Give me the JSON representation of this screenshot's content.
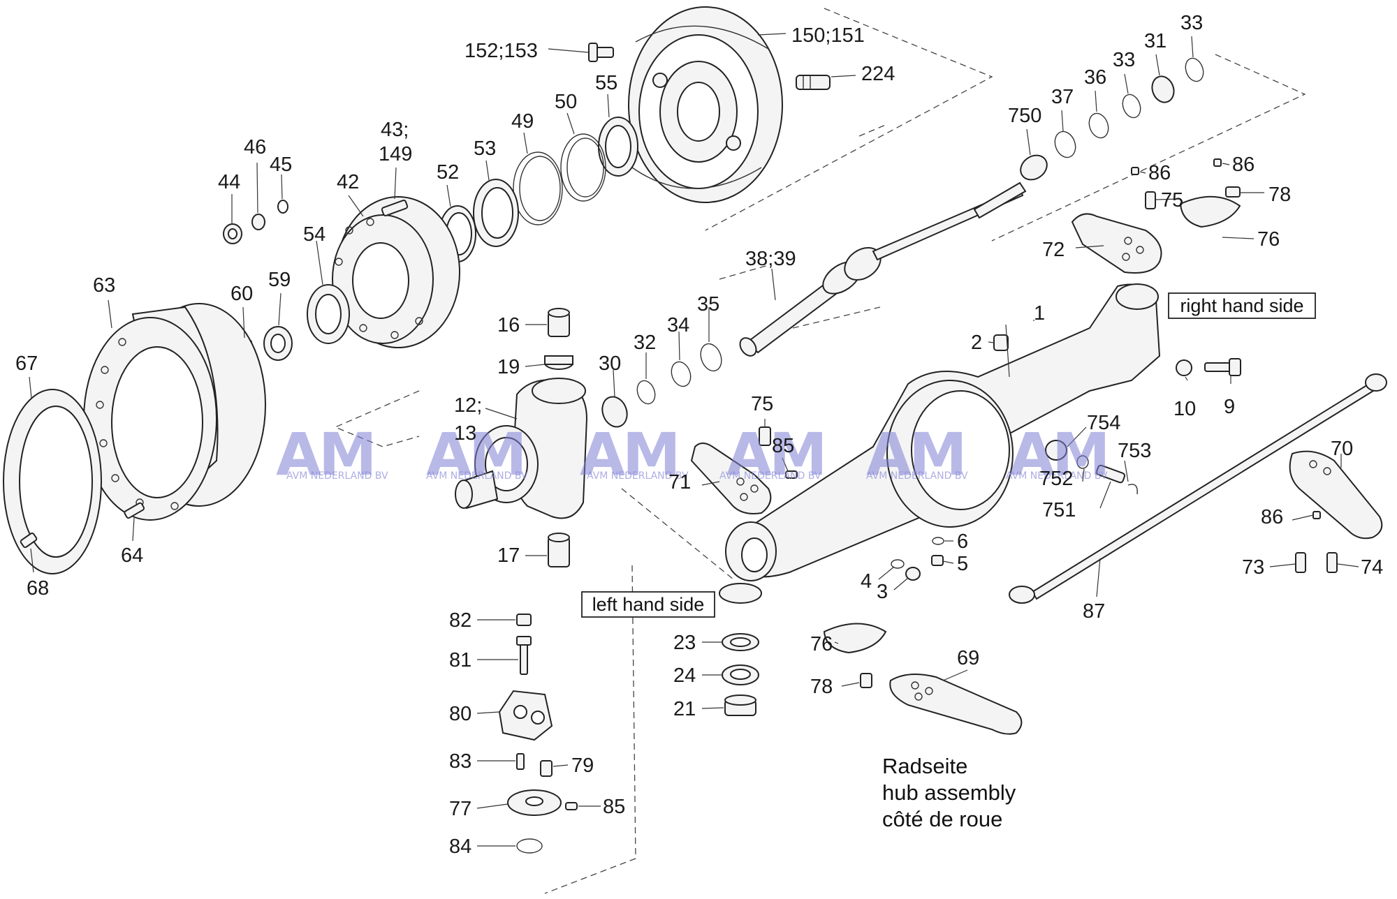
{
  "caption": {
    "line1": "Radseite",
    "line2": "hub assembly",
    "line3": "côté de roue"
  },
  "side_labels": {
    "right": "right hand side",
    "left": "left hand side"
  },
  "watermark": {
    "text": "AM",
    "subtext": "AVM NEDERLAND BV",
    "color": "#7f80d6"
  },
  "callouts": {
    "c152": "152;153",
    "c150": "150;151",
    "c224": "224",
    "c55": "55",
    "c50": "50",
    "c49": "49",
    "c53": "53",
    "c52": "52",
    "c43": "43;",
    "c149": "149",
    "c42": "42",
    "c46": "46",
    "c45": "45",
    "c44": "44",
    "c54": "54",
    "c59": "59",
    "c60": "60",
    "c63": "63",
    "c67": "67",
    "c68": "68",
    "c64": "64",
    "c33a": "33",
    "c33b": "33",
    "c31": "31",
    "c36": "36",
    "c37": "37",
    "c750": "750",
    "c86a": "86",
    "c86b": "86",
    "c75a": "75",
    "c78a": "78",
    "c72": "72",
    "c76a": "76",
    "c3839": "38;39",
    "c35": "35",
    "c34": "34",
    "c32": "32",
    "c30": "30",
    "c16": "16",
    "c19": "19",
    "c12": "12;",
    "c13": "13",
    "c17": "17",
    "c1": "1",
    "c2": "2",
    "c10": "10",
    "c9": "9",
    "c75b": "75",
    "c85a": "85",
    "c71": "71",
    "c754": "754",
    "c753": "753",
    "c752": "752",
    "c751": "751",
    "c70": "70",
    "c86c": "86",
    "c73": "73",
    "c74": "74",
    "c87": "87",
    "c6": "6",
    "c5": "5",
    "c4": "4",
    "c3": "3",
    "c82": "82",
    "c81": "81",
    "c80": "80",
    "c83": "83",
    "c79": "79",
    "c77": "77",
    "c85b": "85",
    "c84": "84",
    "c23": "23",
    "c24": "24",
    "c21": "21",
    "c76b": "76",
    "c78b": "78",
    "c69": "69"
  }
}
